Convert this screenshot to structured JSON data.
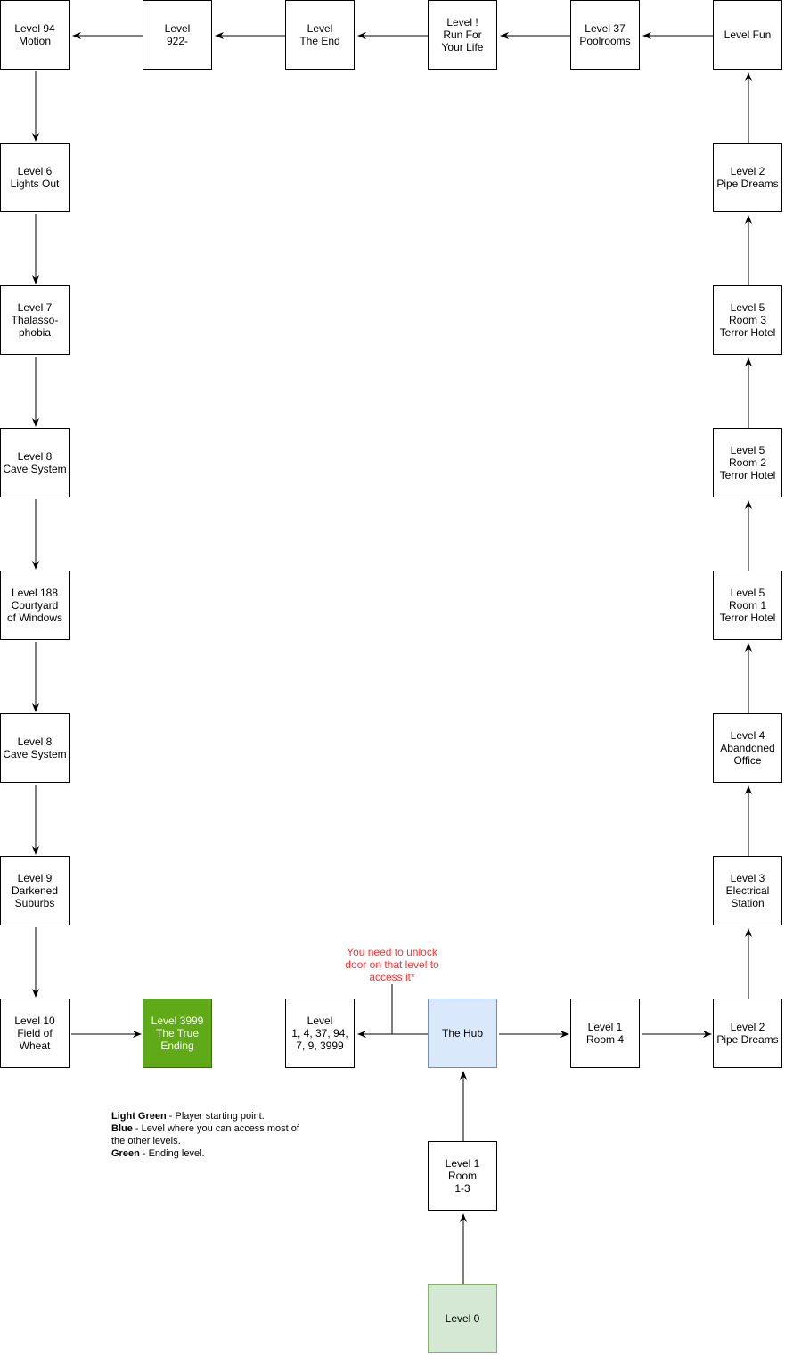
{
  "colors": {
    "start_fill": "#d5e8d4",
    "hub_fill": "#dae8fc",
    "ending_fill": "#60a917",
    "note_text": "#ff3333"
  },
  "nodes": [
    {
      "id": "level-94",
      "label": "Level 94\nMotion"
    },
    {
      "id": "level-922",
      "label": "Level\n922-"
    },
    {
      "id": "level-the-end",
      "label": "Level\nThe End"
    },
    {
      "id": "level-run",
      "label": "Level !\nRun For\nYour Life"
    },
    {
      "id": "level-37",
      "label": "Level 37\nPoolrooms"
    },
    {
      "id": "level-fun",
      "label": "Level Fun"
    },
    {
      "id": "level-6",
      "label": "Level 6\nLights Out"
    },
    {
      "id": "level-2-top",
      "label": "Level 2\nPipe Dreams"
    },
    {
      "id": "level-7",
      "label": "Level 7\nThalasso-\nphobia"
    },
    {
      "id": "level-5-room-3",
      "label": "Level 5\nRoom 3\nTerror Hotel"
    },
    {
      "id": "level-8-top",
      "label": "Level 8\nCave System"
    },
    {
      "id": "level-5-room-2",
      "label": "Level 5\nRoom 2\nTerror Hotel"
    },
    {
      "id": "level-188",
      "label": "Level 188\nCourtyard\nof Windows"
    },
    {
      "id": "level-5-room-1",
      "label": "Level 5\nRoom 1\nTerror Hotel"
    },
    {
      "id": "level-8-bottom",
      "label": "Level 8\nCave System"
    },
    {
      "id": "level-4",
      "label": "Level 4\nAbandoned\nOffice"
    },
    {
      "id": "level-9",
      "label": "Level 9\nDarkened\nSuburbs"
    },
    {
      "id": "level-3",
      "label": "Level 3\nElectrical\nStation"
    },
    {
      "id": "level-10",
      "label": "Level 10\nField of\nWheat"
    },
    {
      "id": "level-3999",
      "label": "Level 3999\nThe True\nEnding"
    },
    {
      "id": "level-multi",
      "label": "Level\n1, 4, 37, 94,\n7, 9, 3999"
    },
    {
      "id": "the-hub",
      "label": "The Hub"
    },
    {
      "id": "level-1-room-4",
      "label": "Level 1\nRoom 4"
    },
    {
      "id": "level-2-bottom",
      "label": "Level 2\nPipe Dreams"
    },
    {
      "id": "level-1-room-1-3",
      "label": "Level 1\nRoom\n1-3"
    },
    {
      "id": "level-0",
      "label": "Level 0"
    }
  ],
  "note": "You need to unlock\ndoor on that level to\naccess it*",
  "legend": [
    {
      "term": "Light Green",
      "desc": " - Player starting point."
    },
    {
      "term": "Blue",
      "desc": " - Level where you can access most of the other levels."
    },
    {
      "term": "Green",
      "desc": " - Ending level."
    }
  ]
}
